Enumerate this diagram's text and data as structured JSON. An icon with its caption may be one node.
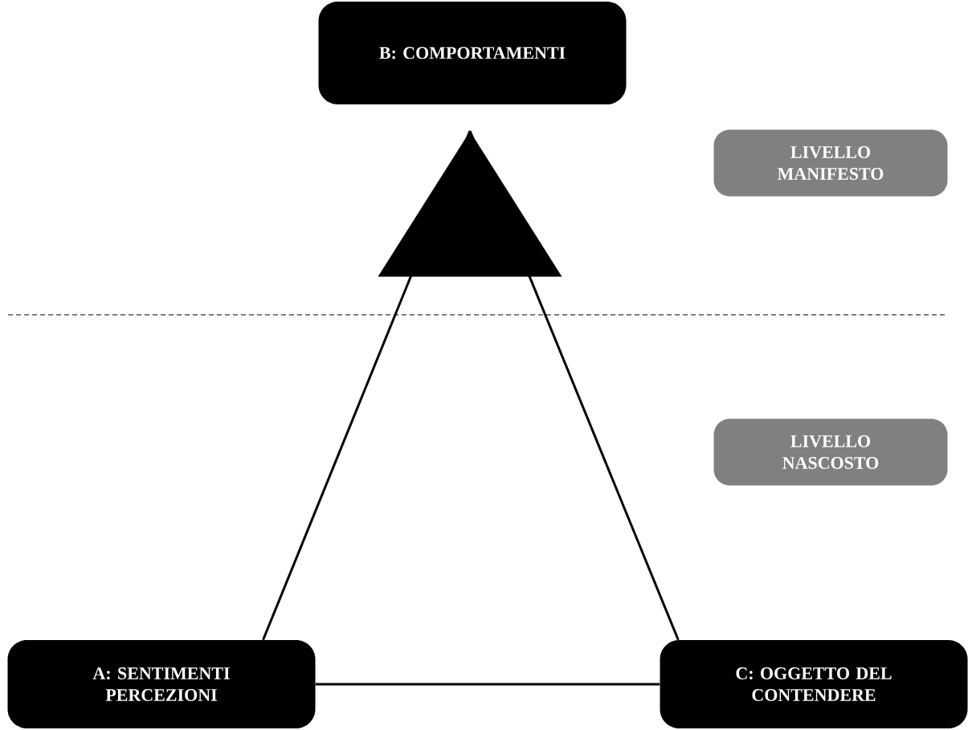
{
  "diagram": {
    "nodes": [
      {
        "text": [
          "B: COMPORTAMENTI"
        ]
      },
      {
        "text": [
          "LIVELLO MANIFESTO"
        ]
      },
      {
        "text": [
          "LIVELLO NASCOSTO"
        ]
      },
      {
        "text": [
          "A: SENTIMENTI PERCEZIONI"
        ]
      },
      {
        "text": [
          "C: OGGETTO DEL CONTENDERE"
        ]
      },
      {
        "text": [],
        "shape": "triangle"
      }
    ],
    "edges": [
      {
        "from": 3,
        "to": 5,
        "arrow": "none"
      },
      {
        "from": 4,
        "to": 5,
        "arrow": "none"
      },
      {
        "from": 3,
        "to": 4,
        "arrow": "none"
      }
    ]
  }
}
